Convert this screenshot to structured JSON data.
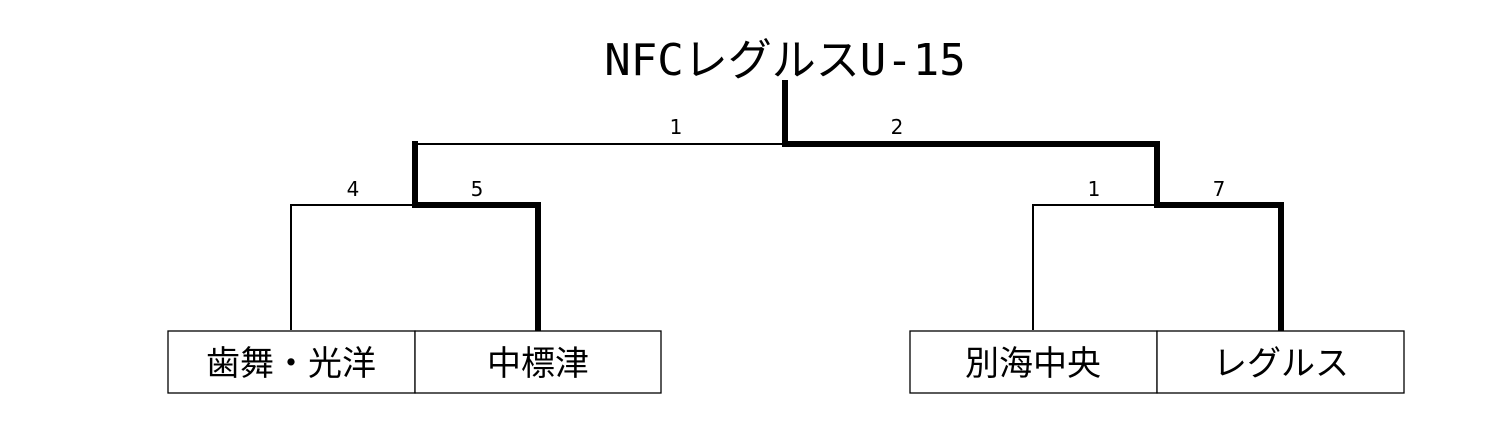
{
  "title": "NFCレグルスU-15",
  "final": {
    "left_score": "1",
    "right_score": "2"
  },
  "semifinal_left": {
    "left_score": "4",
    "right_score": "5"
  },
  "semifinal_right": {
    "left_score": "1",
    "right_score": "7"
  },
  "teams": [
    "歯舞・光洋",
    "中標津",
    "別海中央",
    "レグルス"
  ]
}
